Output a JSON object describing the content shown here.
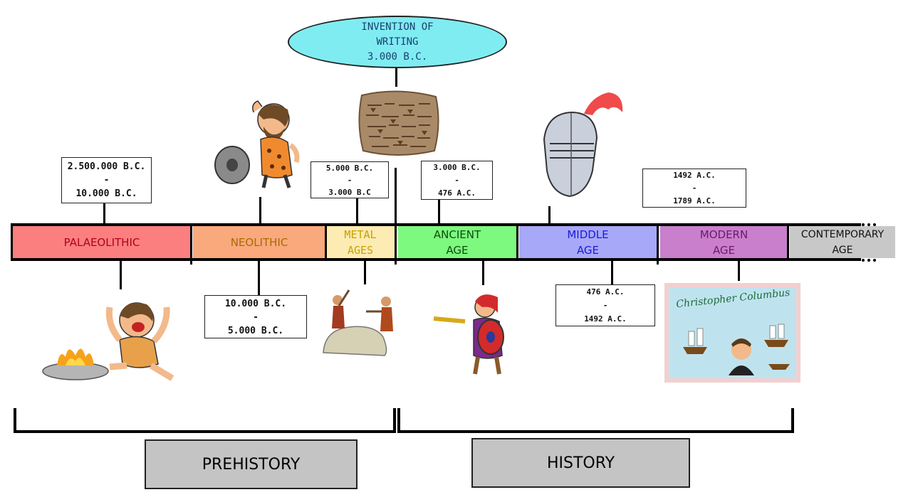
{
  "writing": {
    "line1": "INVENTION OF",
    "line2": "WRITING",
    "line3": "3.000 B.C."
  },
  "periods": [
    {
      "label1": "PALAEOLITHIC",
      "label2": "",
      "color": "#fb7f7f",
      "text_color": "#b0001c"
    },
    {
      "label1": "NEOLITHIC",
      "label2": "",
      "color": "#f9a97c",
      "text_color": "#a86a00"
    },
    {
      "label1": "METAL",
      "label2": "AGES",
      "color": "#fcebb2",
      "text_color": "#c8a000"
    },
    {
      "label1": "ANCIENT",
      "label2": "AGE",
      "color": "#7ef97f",
      "text_color": "#0a4d0a"
    },
    {
      "label1": "MIDDLE",
      "label2": "AGE",
      "color": "#a8a8f9",
      "text_color": "#1a1ad8"
    },
    {
      "label1": "MODERN",
      "label2": "AGE",
      "color": "#c97fcc",
      "text_color": "#6a1a6e"
    },
    {
      "label1": "CONTEMPORARY",
      "label2": "AGE",
      "color": "#c8c8c8",
      "text_color": "#111111"
    }
  ],
  "dates": {
    "palaeolithic": {
      "start": "2.500.000 B.C.",
      "sep": "-",
      "end": "10.000 B.C."
    },
    "neolithic": {
      "start": "10.000 B.C.",
      "sep": "-",
      "end": "5.000 B.C."
    },
    "metal": {
      "start": "5.000 B.C.",
      "sep": "-",
      "end": "3.000 B.C"
    },
    "ancient": {
      "start": "3.000 B.C.",
      "sep": "-",
      "end": "476 A.C."
    },
    "middle": {
      "start": "476 A.C.",
      "sep": "-",
      "end": "1492 A.C."
    },
    "modern": {
      "start": "1492 A.C.",
      "sep": "-",
      "end": "1789 A.C."
    }
  },
  "eras": {
    "prehistory": "PREHISTORY",
    "history": "HISTORY"
  },
  "illustrations": {
    "caveman_wheel": "caveman-wheel-icon",
    "clay_tablet": "clay-tablet-icon",
    "knight_helmet": "knight-helmet-icon",
    "caveman_fire": "caveman-fire-icon",
    "metal_workers": "metal-workers-icon",
    "roman_soldier": "roman-soldier-icon",
    "columbus_picture": "christopher-columbus-icon",
    "columbus_caption": "Christopher Columbus"
  }
}
